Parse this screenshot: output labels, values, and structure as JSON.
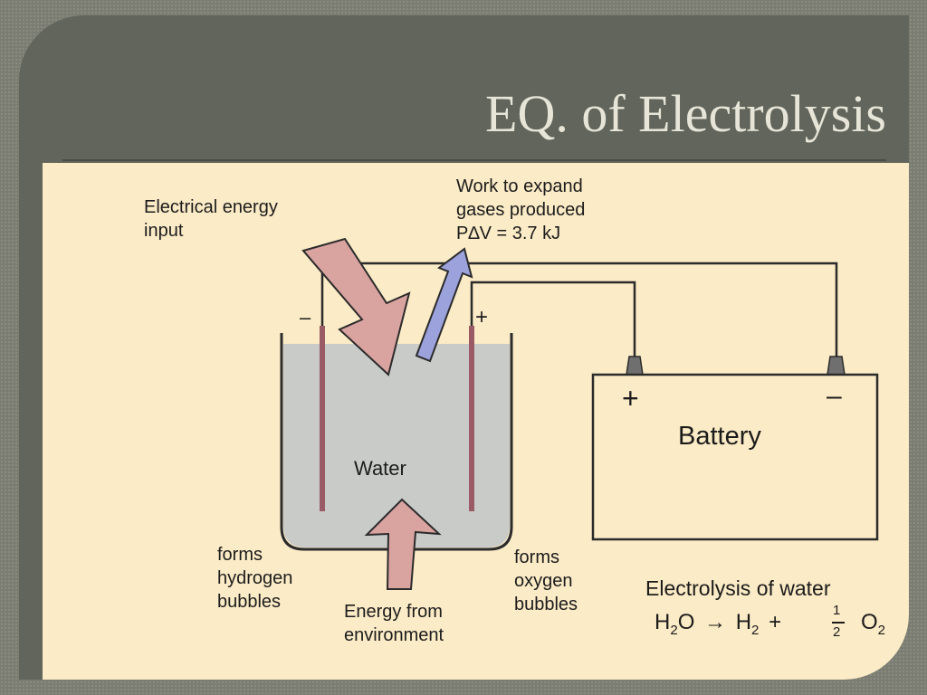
{
  "slide": {
    "title": "EQ. of Electrolysis"
  },
  "figure": {
    "labels": {
      "electrical_energy_input": "Electrical energy\ninput",
      "work_to_expand": "Work to expand\ngases produced\nP∆V = 3.7 kJ",
      "negative_electrode": "–",
      "positive_electrode": "+",
      "water": "Water",
      "battery": "Battery",
      "battery_positive": "+",
      "battery_negative": "–",
      "hydrogen_bubbles": "forms\nhydrogen\nbubbles",
      "oxygen_bubbles": "forms\noxygen\nbubbles",
      "energy_from_environment": "Energy from\nenvironment",
      "caption": "Electrolysis of water"
    },
    "equation": {
      "h": "H",
      "sub_2a": "2",
      "o": "O",
      "arrow": "→",
      "h2": "H",
      "sub_2b": "2",
      "plus": "+",
      "frac_num": "1",
      "frac_den": "2",
      "o2": "O",
      "sub_2c": "2"
    },
    "colors": {
      "background": "#fbebc6",
      "water": "#c9cbc9",
      "electrode": "#9a5a66",
      "energy_arrow": "#d9a3a0",
      "work_arrow": "#9ba2dc"
    }
  }
}
